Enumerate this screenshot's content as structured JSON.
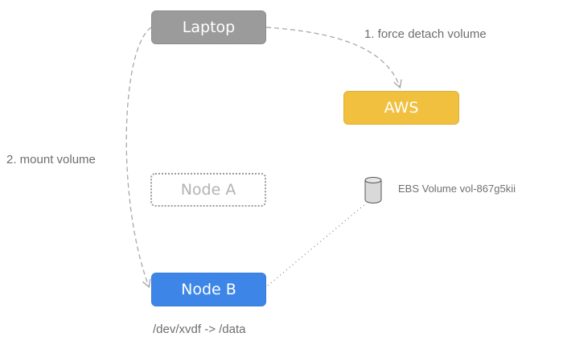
{
  "nodes": {
    "laptop": {
      "label": "Laptop",
      "color": "#9b9b9b"
    },
    "aws": {
      "label": "AWS",
      "color": "#f0c03e"
    },
    "node_a": {
      "label": "Node A",
      "color": "#ffffff"
    },
    "node_b": {
      "label": "Node B",
      "color": "#3d86e8"
    }
  },
  "volume": {
    "label": "EBS Volume vol-867g5kii",
    "icon": "database-cylinder-icon"
  },
  "edges": {
    "force_detach": {
      "label": "1. force detach volume",
      "from": "laptop",
      "to": "aws",
      "style": "dashed"
    },
    "mount": {
      "label": "2. mount volume",
      "from": "laptop",
      "to": "node_b",
      "style": "dashed"
    },
    "attached": {
      "from": "node_b",
      "to": "volume",
      "style": "dotted"
    }
  },
  "mount_path": "/dev/xvdf -> /data"
}
